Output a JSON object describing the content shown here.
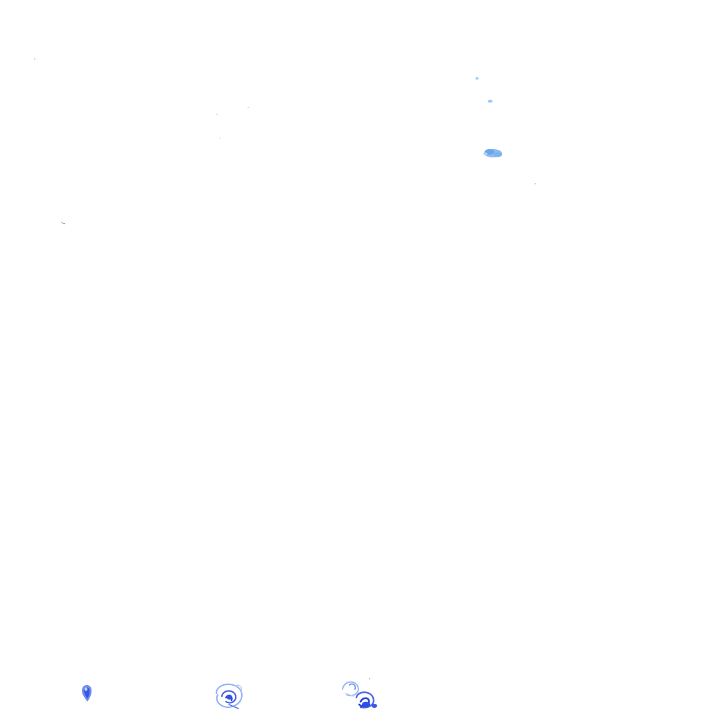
{
  "scene": {
    "background_color": "#ffffff",
    "colors": {
      "light_blue": "#9ec8f5",
      "mid_blue": "#6aa6ec",
      "deep_blue": "#2f4fe0",
      "faint_blue": "#cfe2fb",
      "speck": "#8a8a8a"
    },
    "blobs": [
      {
        "name": "upper-right-dot-small",
        "tone": "light_blue"
      },
      {
        "name": "upper-right-dot-second",
        "tone": "light_blue"
      },
      {
        "name": "upper-right-splash",
        "tone": "mid_blue"
      },
      {
        "name": "bottom-left-drop",
        "tone": "deep_blue"
      },
      {
        "name": "bottom-center-swirl",
        "tone": "deep_blue"
      },
      {
        "name": "bottom-right-cluster",
        "tone": "deep_blue"
      }
    ]
  }
}
